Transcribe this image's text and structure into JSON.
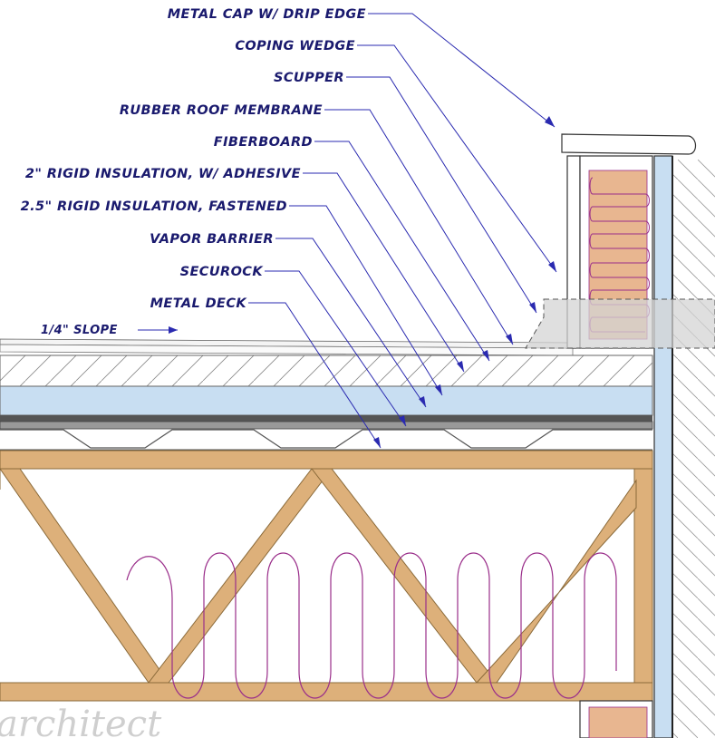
{
  "callouts": [
    {
      "id": "metal-cap",
      "label": "METAL CAP W/ DRIP EDGE"
    },
    {
      "id": "coping-wedge",
      "label": "COPING WEDGE"
    },
    {
      "id": "scupper",
      "label": "SCUPPER"
    },
    {
      "id": "rubber-membrane",
      "label": "RUBBER ROOF MEMBRANE"
    },
    {
      "id": "fiberboard",
      "label": "FIBERBOARD"
    },
    {
      "id": "rigid-2",
      "label": "2\" RIGID INSULATION, W/ ADHESIVE"
    },
    {
      "id": "rigid-25",
      "label": "2.5\" RIGID INSULATION, FASTENED"
    },
    {
      "id": "vapor-barrier",
      "label": "VAPOR BARRIER"
    },
    {
      "id": "securock",
      "label": "SECUROCK"
    },
    {
      "id": "metal-deck",
      "label": "METAL DECK"
    }
  ],
  "slope_label": "1/4\" SLOPE",
  "watermark": "architect",
  "colors": {
    "text": "#1a1a6e",
    "leader": "#2a2ab0",
    "wood": "#ddb07a",
    "insulation_blue": "#c8def2",
    "batt_orange": "#e8b690",
    "batt_line": "#9a2e8a",
    "vapor_dark": "#555555",
    "scupper_gray": "#d4d4d4"
  }
}
